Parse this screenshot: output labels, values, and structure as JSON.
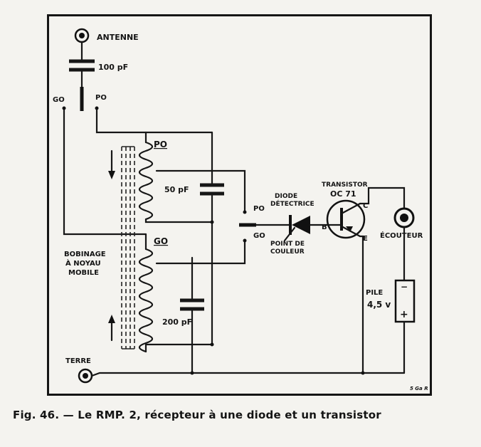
{
  "labels": {
    "antenne": "ANTENNE",
    "cap_100": "100 pF",
    "go_top": "GO",
    "po_top": "PO",
    "coil_po": "PO",
    "coil_go": "GO",
    "cap_50": "50 pF",
    "cap_200": "200 pF",
    "bobinage_1": "BOBINAGE",
    "bobinage_2": "À NOYAU",
    "bobinage_3": "MOBILE",
    "switch_po": "PO",
    "switch_go": "GO",
    "diode_1": "DIODE",
    "diode_2": "DÉTECTRICE",
    "point_1": "POINT DE",
    "point_2": "COULEUR",
    "transistor_1": "TRANSISTOR",
    "transistor_2": "OC 71",
    "pin_b": "B",
    "pin_c": "C",
    "pin_e": "E",
    "ecouteur": "ÉCOUTEUR",
    "pile_1": "PILE",
    "pile_2": "4,5 v",
    "minus": "−",
    "plus": "+",
    "terre": "TERRE",
    "ref": "5 Ga R"
  },
  "caption": "Fig. 46. — Le RMP. 2, récepteur à une diode et un transistor"
}
